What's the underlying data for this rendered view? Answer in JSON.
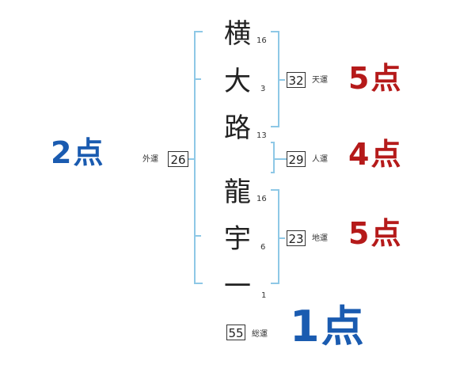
{
  "name": {
    "chars": [
      {
        "char": "横",
        "strokes": "16"
      },
      {
        "char": "大",
        "strokes": "3"
      },
      {
        "char": "路",
        "strokes": "13"
      },
      {
        "char": "龍",
        "strokes": "16"
      },
      {
        "char": "宇",
        "strokes": "6"
      },
      {
        "char": "一",
        "strokes": "1"
      }
    ]
  },
  "fortunes": {
    "gaiun": {
      "label": "外運",
      "value": "26",
      "score": "2点"
    },
    "tenun": {
      "label": "天運",
      "value": "32",
      "score": "5点"
    },
    "jinun": {
      "label": "人運",
      "value": "29",
      "score": "4点"
    },
    "chiun": {
      "label": "地運",
      "value": "23",
      "score": "5点"
    },
    "souun": {
      "label": "総運",
      "value": "55",
      "score": "1点"
    }
  },
  "colors": {
    "bracket": "#8ec8e6",
    "score_red": "#b51a1a",
    "score_blue": "#1a5bb0"
  }
}
